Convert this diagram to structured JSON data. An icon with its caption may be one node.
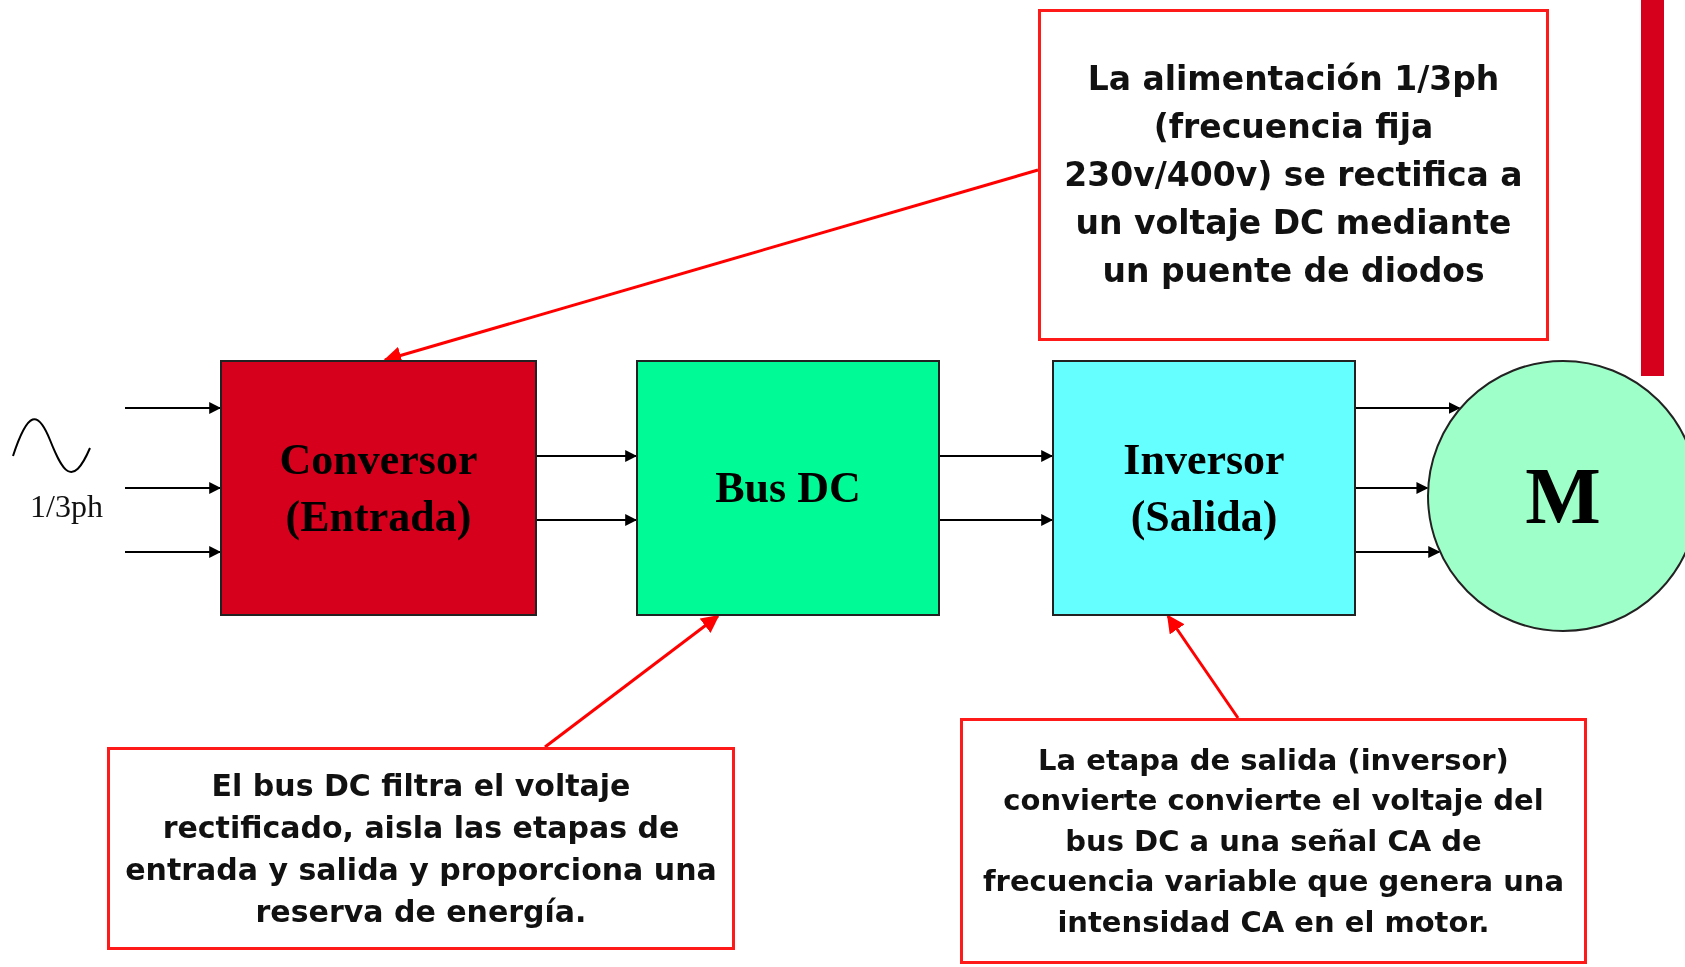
{
  "diagram": {
    "nodes": [
      {
        "text": [
          "Conversor (Entrada)"
        ]
      },
      {
        "text": [
          "Bus DC"
        ]
      },
      {
        "text": [
          "Inversor (Salida)"
        ]
      },
      {
        "text": [
          "M"
        ]
      },
      {
        "text": [
          "La alimentación 1/3ph (frecuencia fija 230v/400v) se rectifica a un voltaje DC mediante un puente de diodos"
        ]
      },
      {
        "text": [
          "El bus DC filtra el voltaje rectificado, aisla las etapas de entrada y salida y proporciona una reserva de energía."
        ]
      },
      {
        "text": [
          "La etapa de salida (inversor) convierte convierte el voltaje del bus DC a una señal CA de frecuencia variable que genera una intensidad CA en el motor."
        ]
      }
    ],
    "edges": [
      {
        "from": null,
        "to": 0,
        "arrow": "to"
      },
      {
        "from": null,
        "to": 0,
        "arrow": "to"
      },
      {
        "from": null,
        "to": 0,
        "arrow": "to"
      },
      {
        "from": 0,
        "to": 1,
        "arrow": "to"
      },
      {
        "from": 0,
        "to": 1,
        "arrow": "to"
      },
      {
        "from": 1,
        "to": 2,
        "arrow": "to"
      },
      {
        "from": 1,
        "to": 2,
        "arrow": "to"
      },
      {
        "from": 2,
        "to": 3,
        "arrow": "to"
      },
      {
        "from": 2,
        "to": 3,
        "arrow": "to"
      },
      {
        "from": 2,
        "to": 3,
        "arrow": "to"
      },
      {
        "from": 4,
        "to": 0,
        "arrow": "to",
        "color": "#ff0000"
      },
      {
        "from": 5,
        "to": 1,
        "arrow": "to",
        "color": "#ff0000"
      },
      {
        "from": 6,
        "to": 2,
        "arrow": "to",
        "color": "#ff0000"
      }
    ],
    "labels": [
      "1/3ph"
    ]
  }
}
